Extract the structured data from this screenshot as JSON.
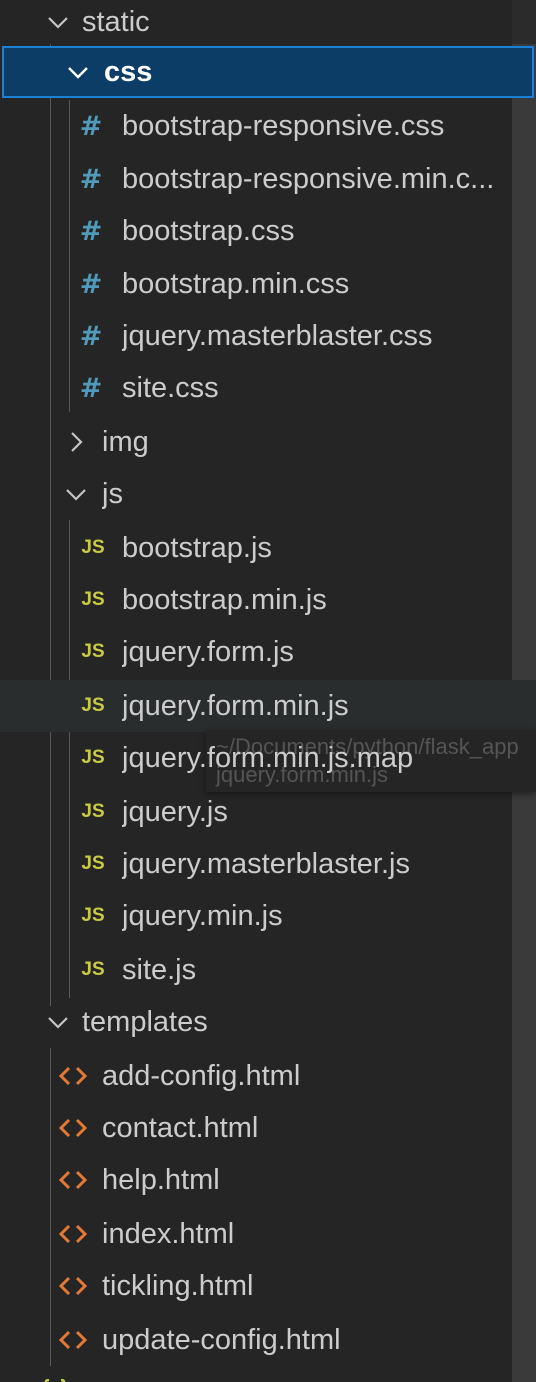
{
  "tree": {
    "static": {
      "label": "static"
    },
    "css": {
      "label": "css",
      "files": [
        {
          "label": "bootstrap-responsive.css"
        },
        {
          "label": "bootstrap-responsive.min.c..."
        },
        {
          "label": "bootstrap.css"
        },
        {
          "label": "bootstrap.min.css"
        },
        {
          "label": "jquery.masterblaster.css"
        },
        {
          "label": "site.css"
        }
      ]
    },
    "img": {
      "label": "img"
    },
    "js": {
      "label": "js",
      "files": [
        {
          "label": "bootstrap.js"
        },
        {
          "label": "bootstrap.min.js"
        },
        {
          "label": "jquery.form.js"
        },
        {
          "label": "jquery.form.min.js"
        },
        {
          "label": "jquery.form.min.js.map"
        },
        {
          "label": "jquery.js"
        },
        {
          "label": "jquery.masterblaster.js"
        },
        {
          "label": "jquery.min.js"
        },
        {
          "label": "site.js"
        }
      ]
    },
    "templates": {
      "label": "templates",
      "files": [
        {
          "label": "add-config.html"
        },
        {
          "label": "contact.html"
        },
        {
          "label": "help.html"
        },
        {
          "label": "index.html"
        },
        {
          "label": "tickling.html"
        },
        {
          "label": "update-config.html"
        }
      ]
    }
  },
  "icons": {
    "css_glyph": "#",
    "js_glyph": "JS",
    "css_color": "#519aba",
    "js_color": "#cbcb41",
    "html_color": "#e37933"
  },
  "tooltip": {
    "path": "~/Documents/python/flask_app",
    "name": "jquery.form.min.js"
  },
  "colors": {
    "sidebar_bg": "#252526",
    "selection_bg": "#0b3d66",
    "selection_border": "#1b80d8"
  }
}
